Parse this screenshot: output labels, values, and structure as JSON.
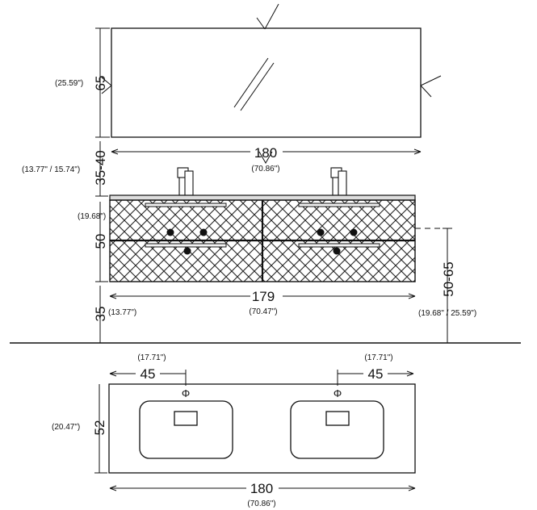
{
  "mirror": {
    "width_cm": "180",
    "width_in": "(70.86\")",
    "height_cm": "65",
    "height_in": "(25.59\")"
  },
  "gap": {
    "cm": "35-40",
    "in": "(13.77\" / 15.74\")"
  },
  "cabinet": {
    "height_cm": "50",
    "height_in": "(19.68\")",
    "width_cm": "179",
    "width_in": "(70.47\")",
    "floor_cm": "35",
    "floor_in": "(13.77\")",
    "top_cm": "50-65",
    "top_in": "(19.68\" / 25.59\")"
  },
  "top_view": {
    "left_offset_cm": "45",
    "left_offset_in": "(17.71\")",
    "right_offset_cm": "45",
    "right_offset_in": "(17.71\")",
    "depth_cm": "52",
    "depth_in": "(20.47\")",
    "width_cm": "180",
    "width_in": "(70.86\")",
    "phi_symbol": "Φ"
  }
}
